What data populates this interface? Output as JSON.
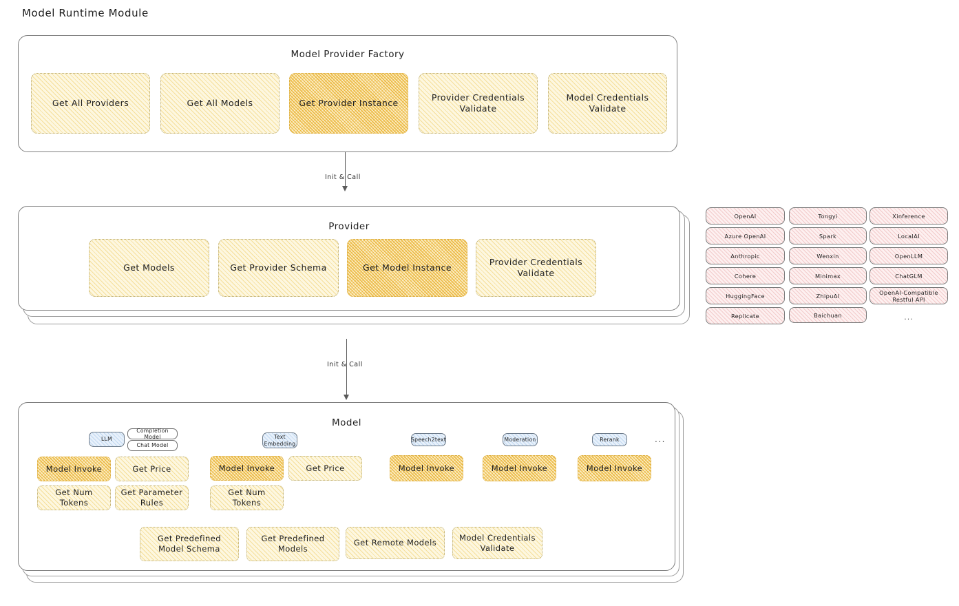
{
  "page": {
    "title": "Model Runtime Module"
  },
  "factory": {
    "title": "Model Provider Factory",
    "items": [
      {
        "label": "Get All Providers",
        "highlight": false
      },
      {
        "label": "Get All Models",
        "highlight": false
      },
      {
        "label": "Get Provider Instance",
        "highlight": true
      },
      {
        "label": "Provider Credentials Validate",
        "highlight": false
      },
      {
        "label": "Model Credentials Validate",
        "highlight": false
      }
    ]
  },
  "arrow1": {
    "label": "Init & Call"
  },
  "provider": {
    "title": "Provider",
    "items": [
      {
        "label": "Get Models",
        "highlight": false
      },
      {
        "label": "Get Provider Schema",
        "highlight": false
      },
      {
        "label": "Get Model Instance",
        "highlight": true
      },
      {
        "label": "Provider Credentials Validate",
        "highlight": false
      }
    ]
  },
  "provider_list": {
    "columns": [
      {
        "items": [
          "OpenAI",
          "Azure OpenAI",
          "Anthropic",
          "Cohere",
          "HuggingFace",
          "Replicate"
        ],
        "ellipsis": false
      },
      {
        "items": [
          "Tongyi",
          "Spark",
          "Wenxin",
          "Minimax",
          "ZhipuAI",
          "Baichuan"
        ],
        "ellipsis": false
      },
      {
        "items": [
          "Xinference",
          "LocalAI",
          "OpenLLM",
          "ChatGLM",
          "OpenAI-Compatible Restful API"
        ],
        "ellipsis": true
      }
    ],
    "ellipsis_text": "..."
  },
  "arrow2": {
    "label": "Init & Call"
  },
  "model": {
    "title": "Model",
    "ellipsis_text": "...",
    "types": [
      {
        "badge": "LLM",
        "badge_style": "blue",
        "sub_badges": [
          "Completion Model",
          "Chat Model"
        ],
        "methods": [
          {
            "label": "Model Invoke",
            "highlight": true
          },
          {
            "label": "Get Price",
            "highlight": false
          },
          {
            "label": "Get Num Tokens",
            "highlight": false
          },
          {
            "label": "Get Parameter Rules",
            "highlight": false
          }
        ]
      },
      {
        "badge": "Text Embedding",
        "badge_style": "blue",
        "sub_badges": [],
        "methods": [
          {
            "label": "Model Invoke",
            "highlight": true
          },
          {
            "label": "Get Price",
            "highlight": false
          },
          {
            "label": "Get Num Tokens",
            "highlight": false
          }
        ]
      },
      {
        "badge": "Speech2text",
        "badge_style": "blue",
        "sub_badges": [],
        "methods": [
          {
            "label": "Model Invoke",
            "highlight": true
          }
        ]
      },
      {
        "badge": "Moderation",
        "badge_style": "blue",
        "sub_badges": [],
        "methods": [
          {
            "label": "Model Invoke",
            "highlight": true
          }
        ]
      },
      {
        "badge": "Rerank",
        "badge_style": "blue",
        "sub_badges": [],
        "methods": [
          {
            "label": "Model Invoke",
            "highlight": true
          }
        ]
      }
    ],
    "common_methods": [
      {
        "label": "Get Predefined Model Schema",
        "highlight": false
      },
      {
        "label": "Get Predefined Models",
        "highlight": false
      },
      {
        "label": "Get Remote Models",
        "highlight": false
      },
      {
        "label": "Model Credentials Validate",
        "highlight": false
      }
    ]
  },
  "colors": {
    "box_fill": "#fdf7e0",
    "box_highlight_fill": "#fbedc4",
    "provider_chip_fill": "#fdf0f0",
    "badge_blue_fill": "#e8f1fb",
    "stroke": "#7d7d7d"
  }
}
